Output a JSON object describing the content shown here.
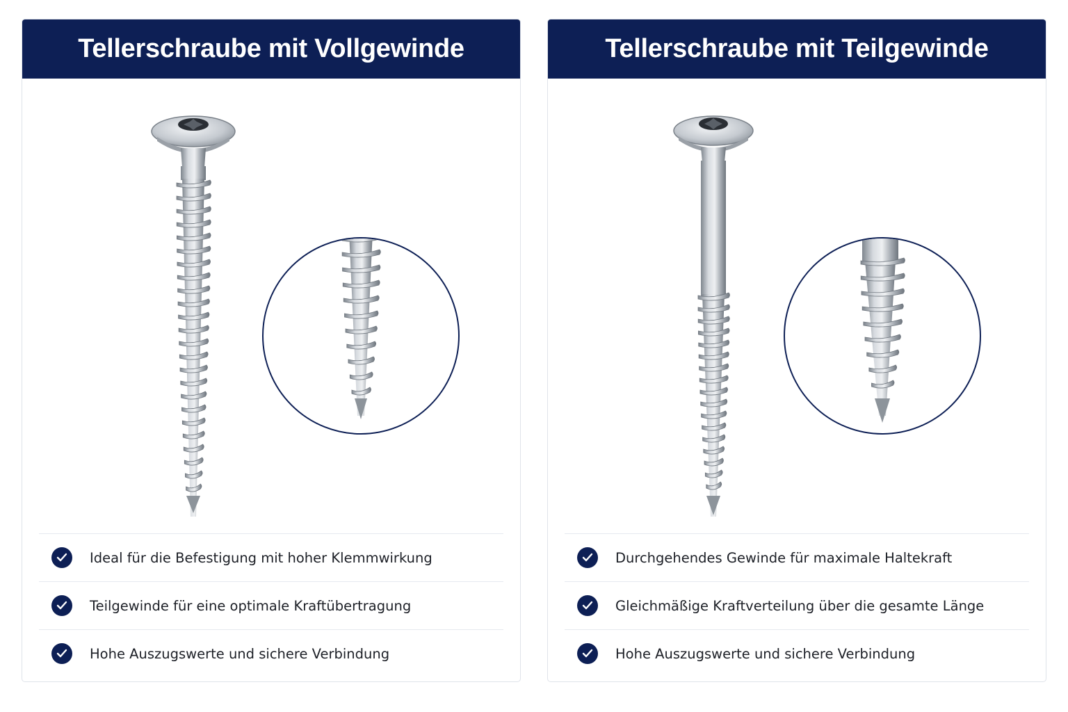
{
  "cards": [
    {
      "title": "Tellerschraube mit Vollgewinde",
      "features": [
        "Ideal für die Befestigung mit hoher Klemmwirkung",
        "Teilgewinde für eine optimale Kraftübertragung",
        "Hohe Auszugswerte und sichere Verbindung"
      ]
    },
    {
      "title": "Tellerschraube mit Teilgewinde",
      "features": [
        "Durchgehendes Gewinde für maximale Haltekraft",
        "Gleichmäßige Kraftverteilung über die gesamte Länge",
        "Hohe Auszugswerte und sichere Verbindung"
      ]
    }
  ],
  "colors": {
    "header": "#0d1f55",
    "check": "#0d1f55",
    "metal": "#b9bec4"
  },
  "icons": {
    "feature": "check-circle-icon",
    "head_drive": "torx-drive-icon"
  }
}
